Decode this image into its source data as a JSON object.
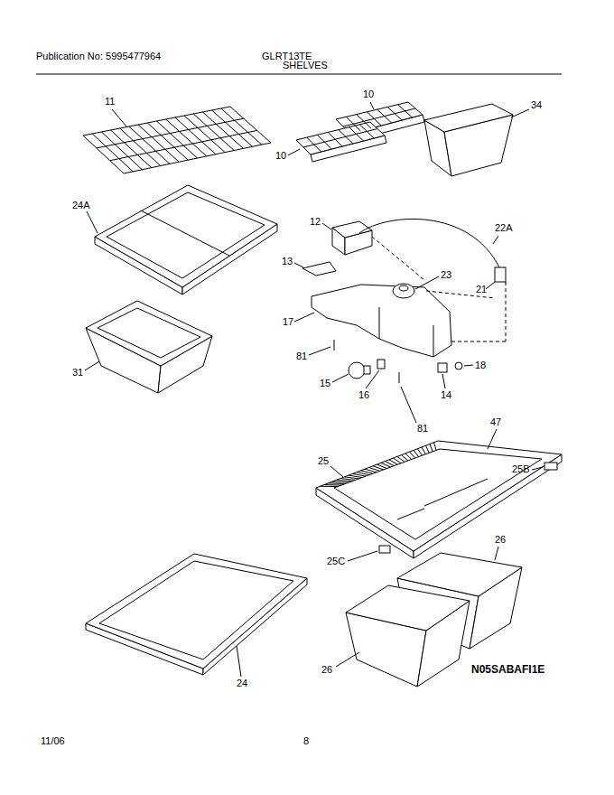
{
  "diagram": {
    "title": "SHELVES",
    "labels": [
      "Publication No: 5995477964",
      "GLRT13TE",
      "11",
      "10",
      "34",
      "10",
      "24A",
      "12",
      "22A",
      "13",
      "23",
      "21",
      "17",
      "81",
      "18",
      "31",
      "15",
      "16",
      "14",
      "81",
      "47",
      "25",
      "25B",
      "26",
      "25C",
      "N05SABAFI1E",
      "26",
      "24",
      "11/06",
      "8"
    ]
  }
}
